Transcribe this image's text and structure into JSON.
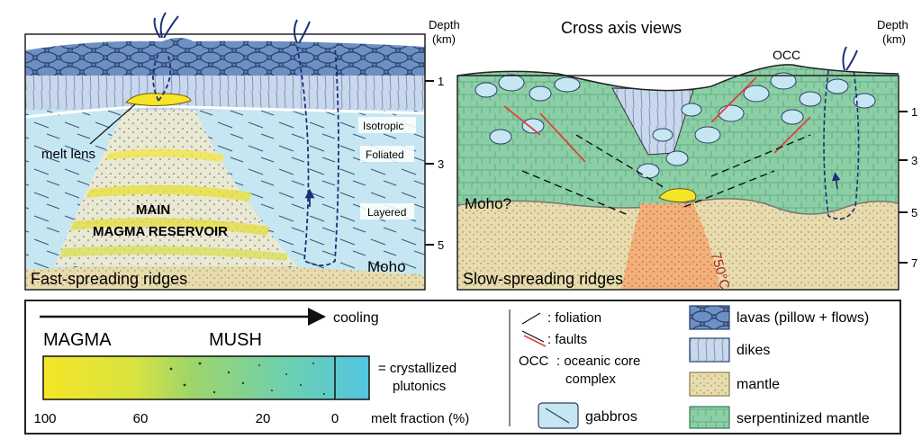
{
  "left_panel": {
    "depth_title": "Depth",
    "depth_unit": "(km)",
    "ticks": [
      "1",
      "3",
      "5"
    ],
    "zone_labels": {
      "isotropic": "Isotropic",
      "foliated": "Foliated",
      "layered": "Layered"
    },
    "melt_lens": "melt lens",
    "reservoir_line1": "MAIN",
    "reservoir_line2": "MAGMA RESERVOIR",
    "moho": "Moho",
    "caption": "Fast-spreading ridges"
  },
  "right_panel": {
    "title": "Cross axis views",
    "depth_title": "Depth",
    "depth_unit": "(km)",
    "ticks": [
      "1",
      "3",
      "5",
      "7"
    ],
    "occ": "OCC",
    "moho": "Moho?",
    "isotherm": "750°C",
    "caption": "Slow-spreading ridges"
  },
  "legend": {
    "cooling": "cooling",
    "magma": "MAGMA",
    "mush": "MUSH",
    "crystallized_line1": "= crystallized",
    "crystallized_line2": "plutonics",
    "melt_fraction_ticks": [
      "100",
      "60",
      "20",
      "0"
    ],
    "melt_fraction_label": "melt fraction (%)",
    "foliation": ": foliation",
    "faults": ": faults",
    "occ_abbr": "OCC",
    "occ_line1": ": oceanic core",
    "occ_line2": "complex",
    "gabbros": "gabbros",
    "lavas": "lavas (pillow + flows)",
    "dikes": "dikes",
    "mantle": "mantle",
    "serpentinized": "serpentinized mantle"
  },
  "colors": {
    "lava": "#5a7fb5",
    "dike": "#c9d7ec",
    "gabbro": "#c6e6f2",
    "mantle": "#e8dcae",
    "serpentinized": "#8ccfa6",
    "melt": "#f5e526",
    "fault": "#e0413a"
  }
}
